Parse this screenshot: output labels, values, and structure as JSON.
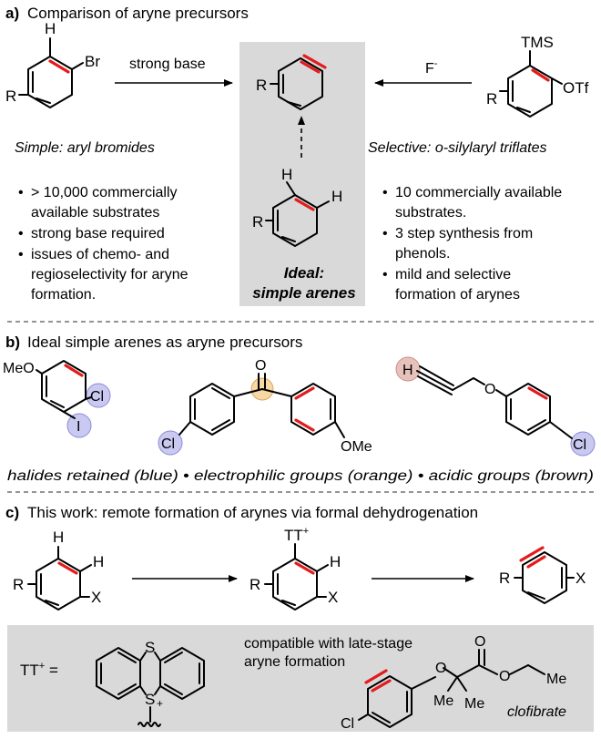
{
  "colors": {
    "alkyne_highlight": "#e41b1b",
    "panel_gray": "#d9d9d9",
    "halide_blue": "#c9c9f2",
    "electrophile_orange": "#f7d7a6",
    "acidic_brown": "#e7c2bd"
  },
  "section_a": {
    "heading_letter": "a)",
    "heading_text": "Comparison of aryne precursors",
    "left": {
      "atom_H": "H",
      "atom_Br": "Br",
      "atom_R": "R",
      "title": "Simple: aryl bromides",
      "bullets": [
        "> 10,000 commercially",
        "available substrates",
        "strong base required",
        "issues of chemo- and",
        "regioselectivity for aryne",
        "formation."
      ]
    },
    "left_arrow_label": "strong base",
    "center": {
      "atom_R": "R",
      "atom_H1": "H",
      "atom_H2": "H",
      "caption_line1": "Ideal:",
      "caption_line2": "simple arenes"
    },
    "right_arrow_label": "F",
    "right_arrow_label_sup": "-",
    "right": {
      "atom_TMS": "TMS",
      "atom_OTf": "OTf",
      "atom_R": "R",
      "title": "Selective: o-silylaryl triflates",
      "bullets": [
        "10 commercially available",
        "substrates.",
        "3 step synthesis from",
        "phenols.",
        "mild and selective",
        "formation of arynes"
      ]
    }
  },
  "section_b": {
    "heading_letter": "b)",
    "heading_text": "Ideal simple arenes as aryne precursors",
    "mol1": {
      "MeO": "MeO",
      "Cl": "Cl",
      "I": "I"
    },
    "mol2": {
      "O": "O",
      "Cl": "Cl",
      "OMe": "OMe"
    },
    "mol3": {
      "H": "H",
      "O": "O",
      "Cl": "Cl"
    },
    "legend": "halides retained (blue) • electrophilic groups (orange) • acidic groups (brown)"
  },
  "section_c": {
    "heading_letter": "c)",
    "heading_text": "This work: remote formation of arynes via formal dehydrogenation",
    "s1": {
      "H1": "H",
      "H2": "H",
      "R": "R",
      "X": "X"
    },
    "s2": {
      "TT": "TT",
      "TT_sup": "+",
      "H": "H",
      "R": "R",
      "X": "X"
    },
    "s3": {
      "R": "R",
      "X": "X"
    },
    "box": {
      "tt_label": "TT",
      "tt_sup": "+",
      "tt_eq": " =",
      "S_top": "S",
      "S_bottom": "S",
      "S_plus": "+",
      "compat_line1": "compatible with late-stage",
      "compat_line2": "aryne formation",
      "clof_O1": "O",
      "clof_O2": "O",
      "clof_O3": "O",
      "clof_Me1": "Me",
      "clof_Me2": "Me",
      "clof_Cl": "Cl",
      "clof_name": "clofibrate"
    }
  }
}
